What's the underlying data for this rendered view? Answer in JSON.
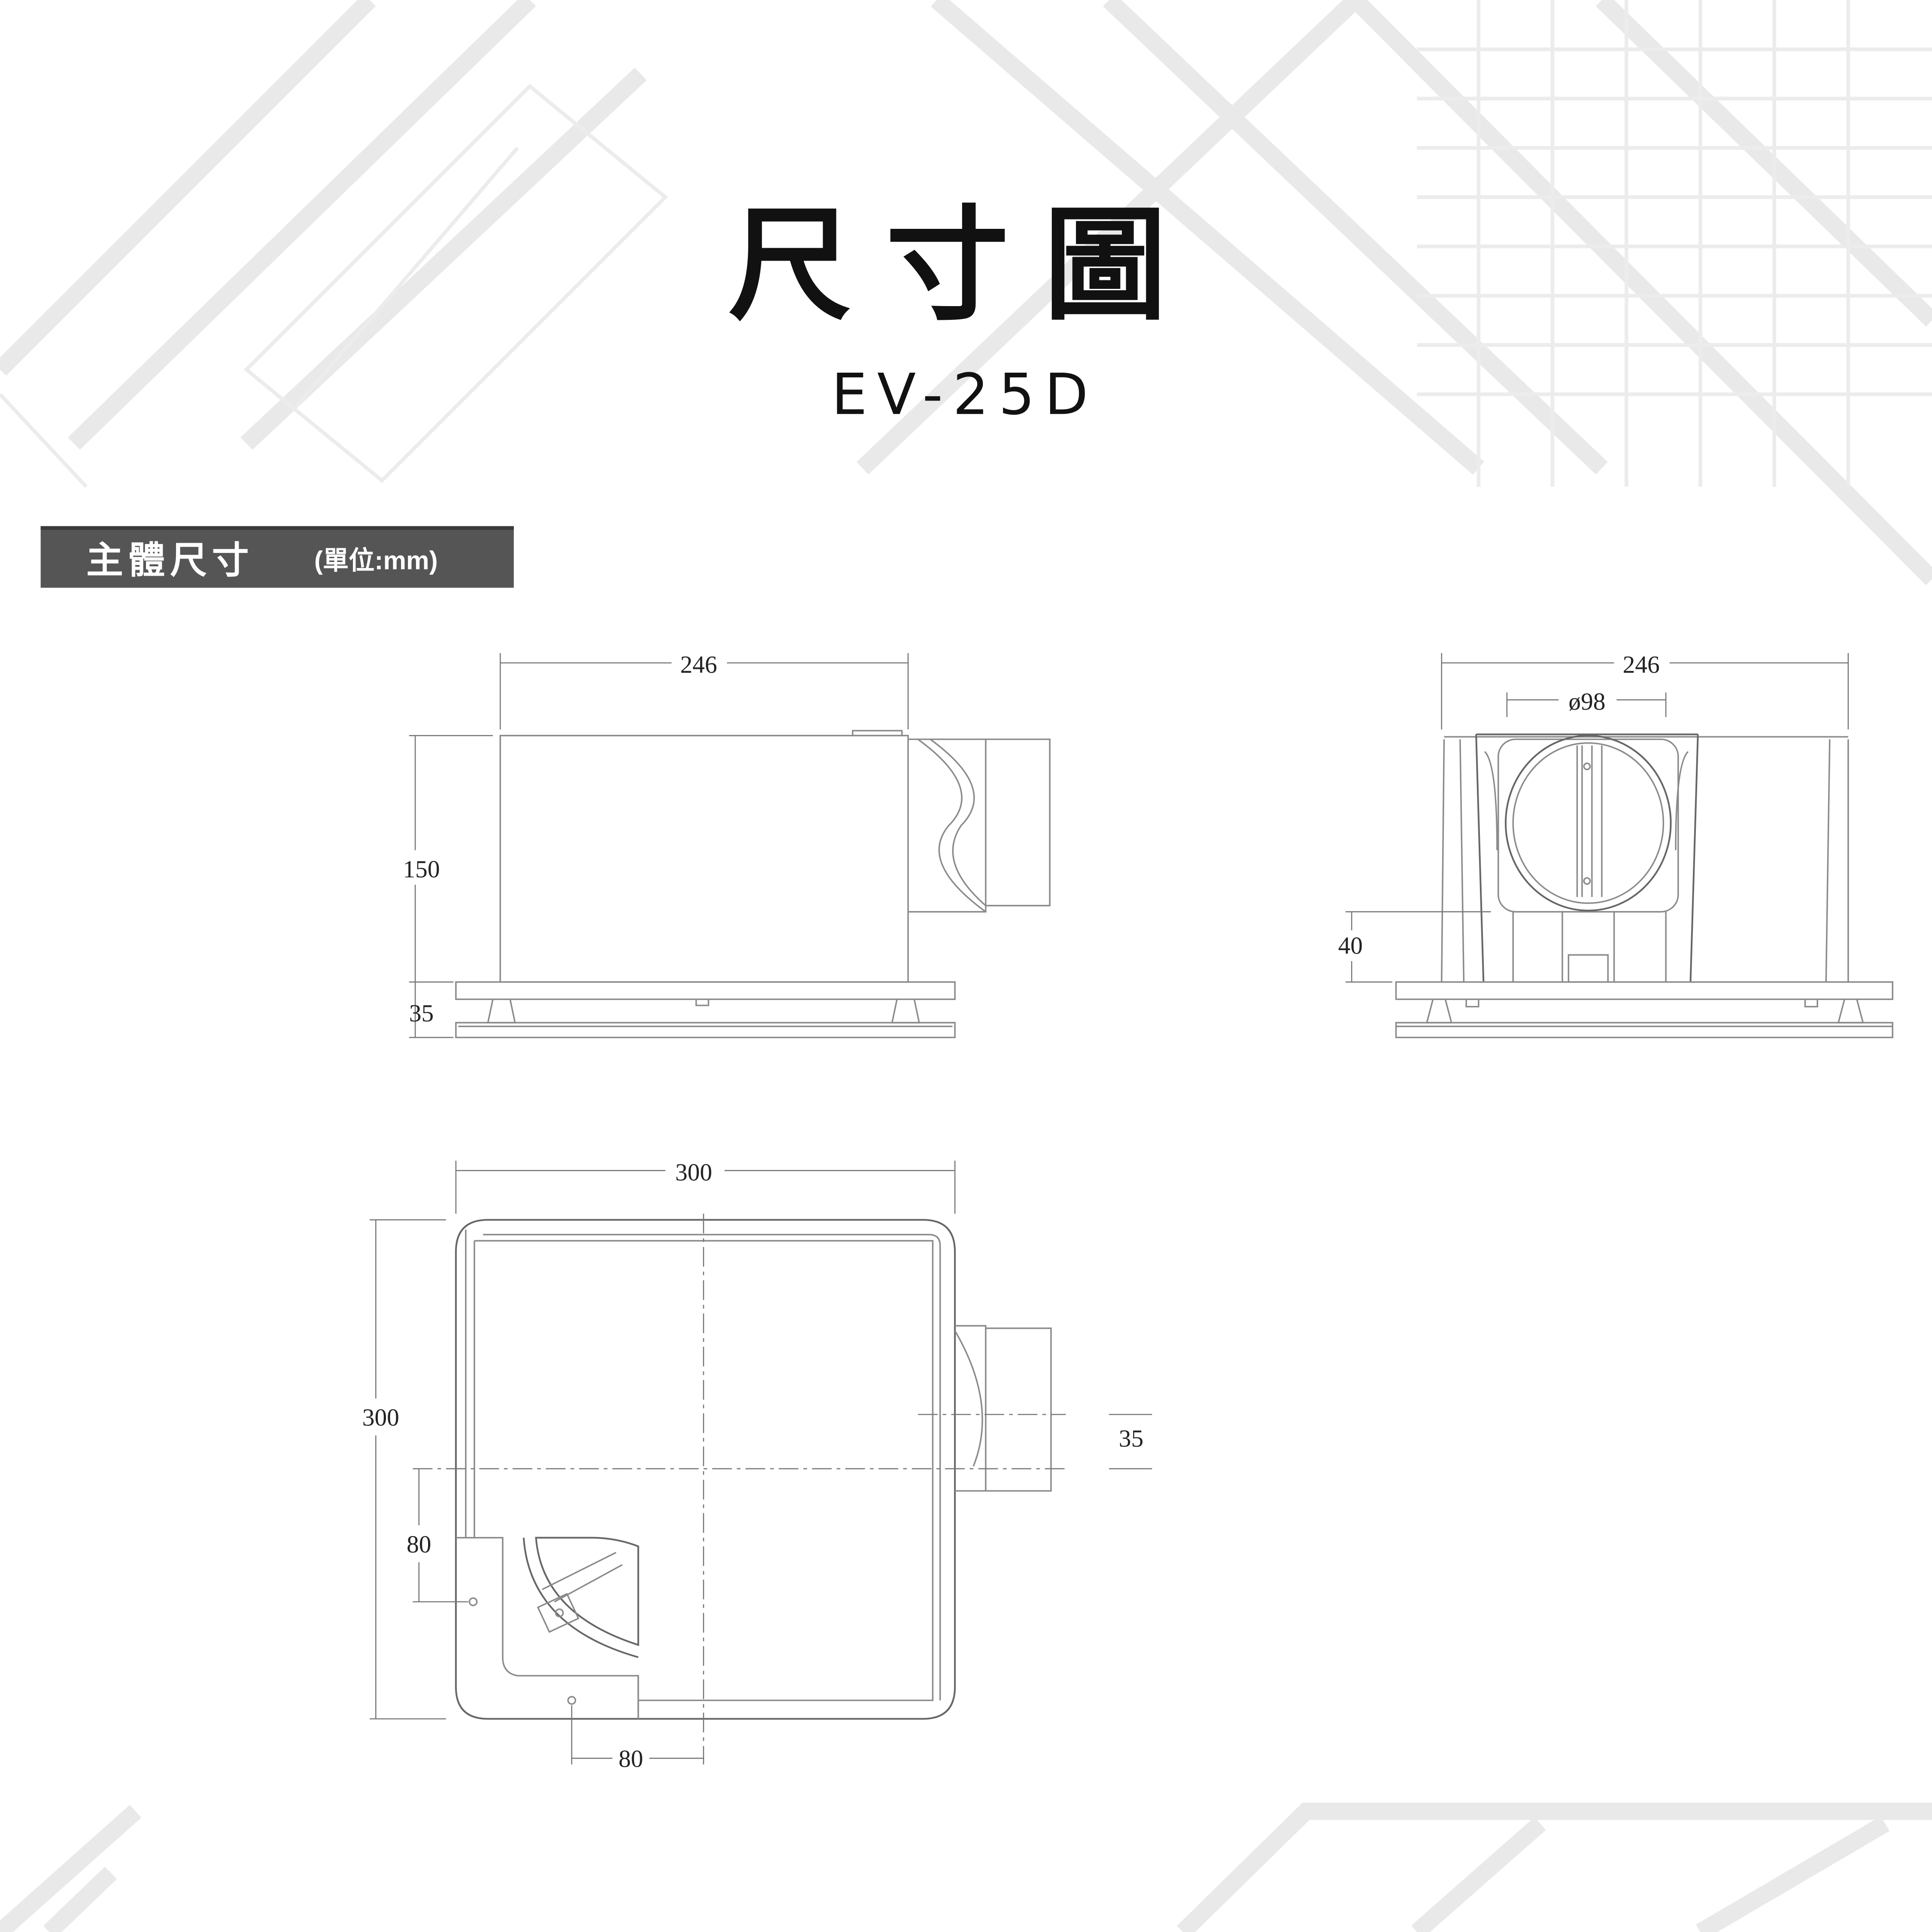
{
  "header": {
    "title": "尺寸圖",
    "model": "EV-25D"
  },
  "section": {
    "label": "主體尺寸",
    "unit": "(單位:mm)",
    "bar_color": "#555555"
  },
  "side_view": {
    "width_label": "246",
    "height_label": "150",
    "grille_label": "35"
  },
  "front_view": {
    "width_label": "246",
    "duct_diameter_label": "ø98",
    "duct_height_label": "40"
  },
  "top_view": {
    "width_label": "300",
    "depth_label": "300",
    "offset_left_label": "80",
    "offset_bottom_label": "80",
    "duct_offset_label": "35"
  }
}
